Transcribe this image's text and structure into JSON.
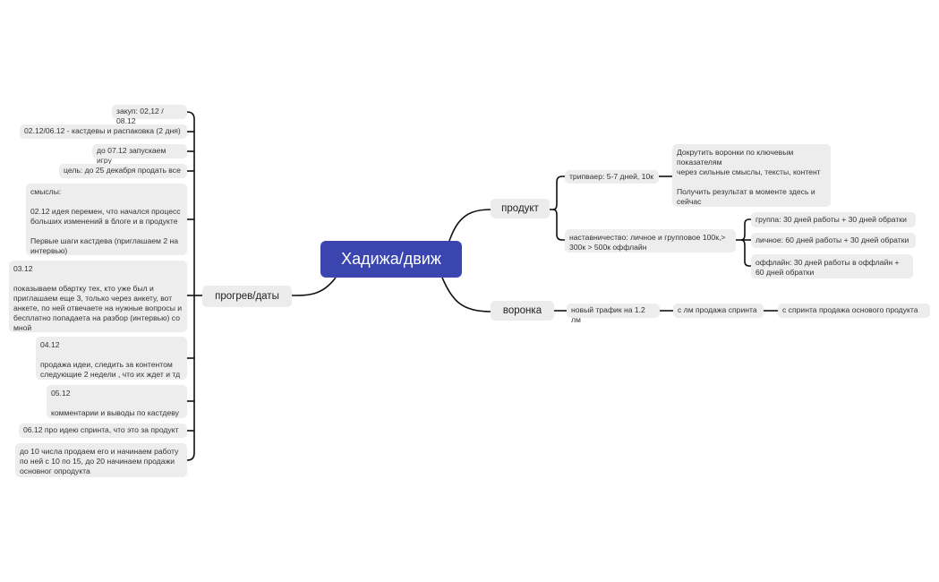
{
  "root": "Хадижа/движ",
  "branches": {
    "product": {
      "label": "продукт",
      "tripwire": {
        "label": "трипваер: 5-7 дней, 10к",
        "note": "Докрутить воронки по ключевым показателям\nчерез сильные смыслы, тексты, контент\n\nПолучить результат в моменте здесь и сейчас"
      },
      "mentoring": {
        "label": "наставничество: личное и групповое 100к,> 300к > 500к оффлайн",
        "items": [
          "группа: 30 дней работы + 30 дней обратки",
          "личное: 60 дней работы + 30 дней обратки",
          "оффлайн: 30 дней работы в оффлайн + 60 дней обратки"
        ]
      }
    },
    "funnel": {
      "label": "воронка",
      "chain": [
        "новый трафик на 1.2 лм",
        "с лм продажа спринта",
        "с спринта продажа основого продукта"
      ]
    },
    "warmup": {
      "label": "прогрев/даты",
      "items": [
        "закуп: 02,12 / 08.12",
        "02.12/06.12 - кастдевы и распаковка (2 дня)",
        "до 07.12 запускаем игру",
        "цель: до 25 декабря продать все",
        "смыслы:\n\n02.12 идея перемен, что начался процесс больших изменений в блоге и в продукте\n\nПервые шаги кастдева (приглашаем 2 на интервью)",
        "03.12\n\nпоказываем обартку тех, кто уже был и приглашаем еще 3, только через анкету, вот анкете, по ней отвечаете на нужные вопросы и бесплатно попадаета на разбор (интервью) со мной",
        "04.12\n\nпродажа идеи, следить за контентом следующие 2 недели , что их ждет и тд",
        "05.12\n\nкомментарии и выводы по кастдеву",
        "06.12 про идею спринта, что это за продукт",
        "до 10 числа продаем его и начинаем работу по ней с 10 по 15, до 20 начинаем продажи основног опродукта"
      ]
    }
  }
}
